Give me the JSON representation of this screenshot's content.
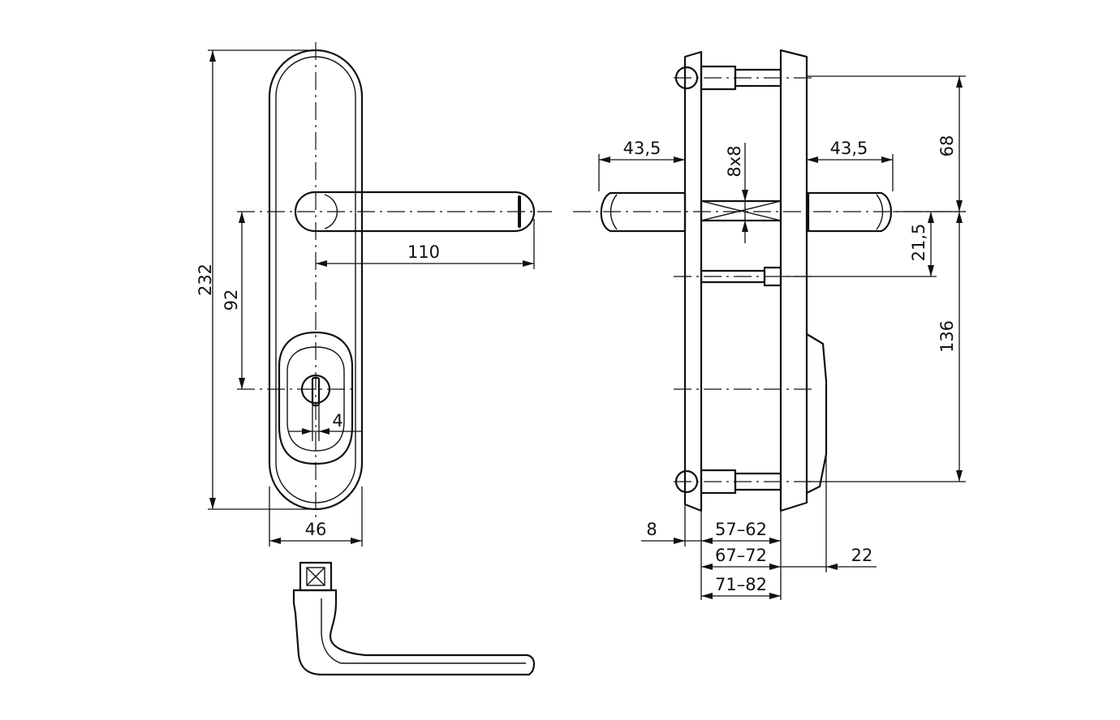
{
  "drawing": {
    "front_view": {
      "dimensions": {
        "overall_height": "232",
        "handle_to_keyhole": "92",
        "lever_length": "110",
        "keyhole_width": "4",
        "plate_width": "46"
      }
    },
    "side_view": {
      "dimensions": {
        "lever_projection_left": "43,5",
        "lever_projection_right": "43,5",
        "square_spindle": "8x8",
        "upper_screw_distance": "68",
        "spindle_to_cylinder": "21,5",
        "lower_screw_distance": "136",
        "plate_thickness": "8",
        "door_thickness_1": "57–62",
        "door_thickness_2": "67–72",
        "door_thickness_3": "71–82",
        "cover_projection": "22"
      }
    }
  }
}
